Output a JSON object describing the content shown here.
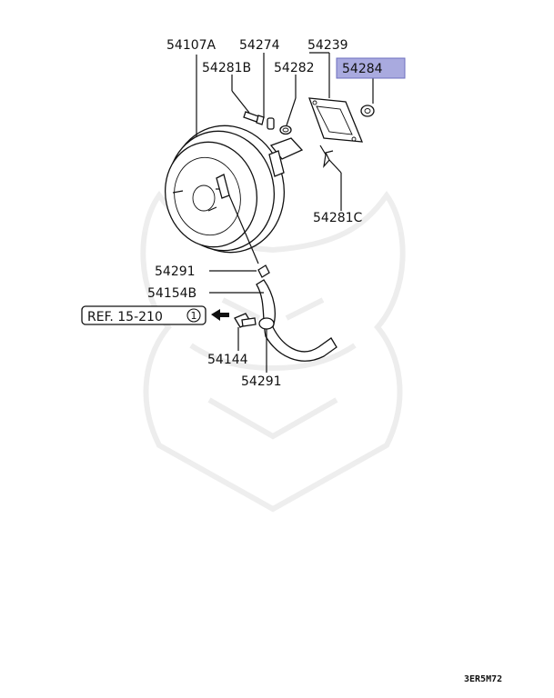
{
  "diagram": {
    "part_labels": {
      "booster": "54107A",
      "pin_a": "54274",
      "gasket": "54239",
      "bolt_b": "54281B",
      "ring": "54282",
      "nut_highlighted": "54284",
      "clip_c": "54281C",
      "clamp_upper": "54291",
      "hose": "54154B",
      "fitting": "54144",
      "clamp_lower": "54291"
    },
    "reference": {
      "text": "REF. 15-210",
      "circle_number": "1"
    },
    "figure_code": "3ER5M72",
    "colors": {
      "highlight_fill": "#a9aadf",
      "highlight_border": "#6d6fbf",
      "ink": "#111111"
    }
  }
}
